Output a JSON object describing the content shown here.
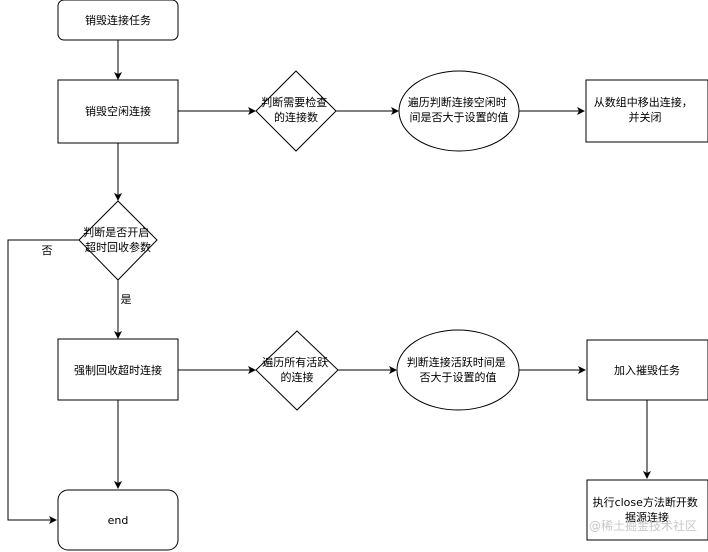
{
  "nodes": {
    "destroy_task": "销毁连接任务",
    "destroy_idle": "销毁空闲连接",
    "check_need_inspect": [
      "判断需要检查",
      "的连接数"
    ],
    "traverse_idle": [
      "遍历判断连接空闲时",
      "间是否大于设置的值"
    ],
    "remove_close": [
      "从数组中移出连接，",
      "并关闭"
    ],
    "check_timeout_enabled": [
      "判断是否开启",
      "超时回收参数"
    ],
    "force_reclaim": "强制回收超时连接",
    "traverse_active": [
      "遍历所有活跃",
      "的连接"
    ],
    "check_active_time": [
      "判断连接活跃时间是",
      "否大于设置的值"
    ],
    "add_destroy_task": "加入摧毁任务",
    "execute_close": [
      "执行close方法断开数",
      "据源连接"
    ],
    "end": "end"
  },
  "edge_labels": {
    "no": "否",
    "yes": "是"
  },
  "watermark": "@稀土掘金技术社区"
}
